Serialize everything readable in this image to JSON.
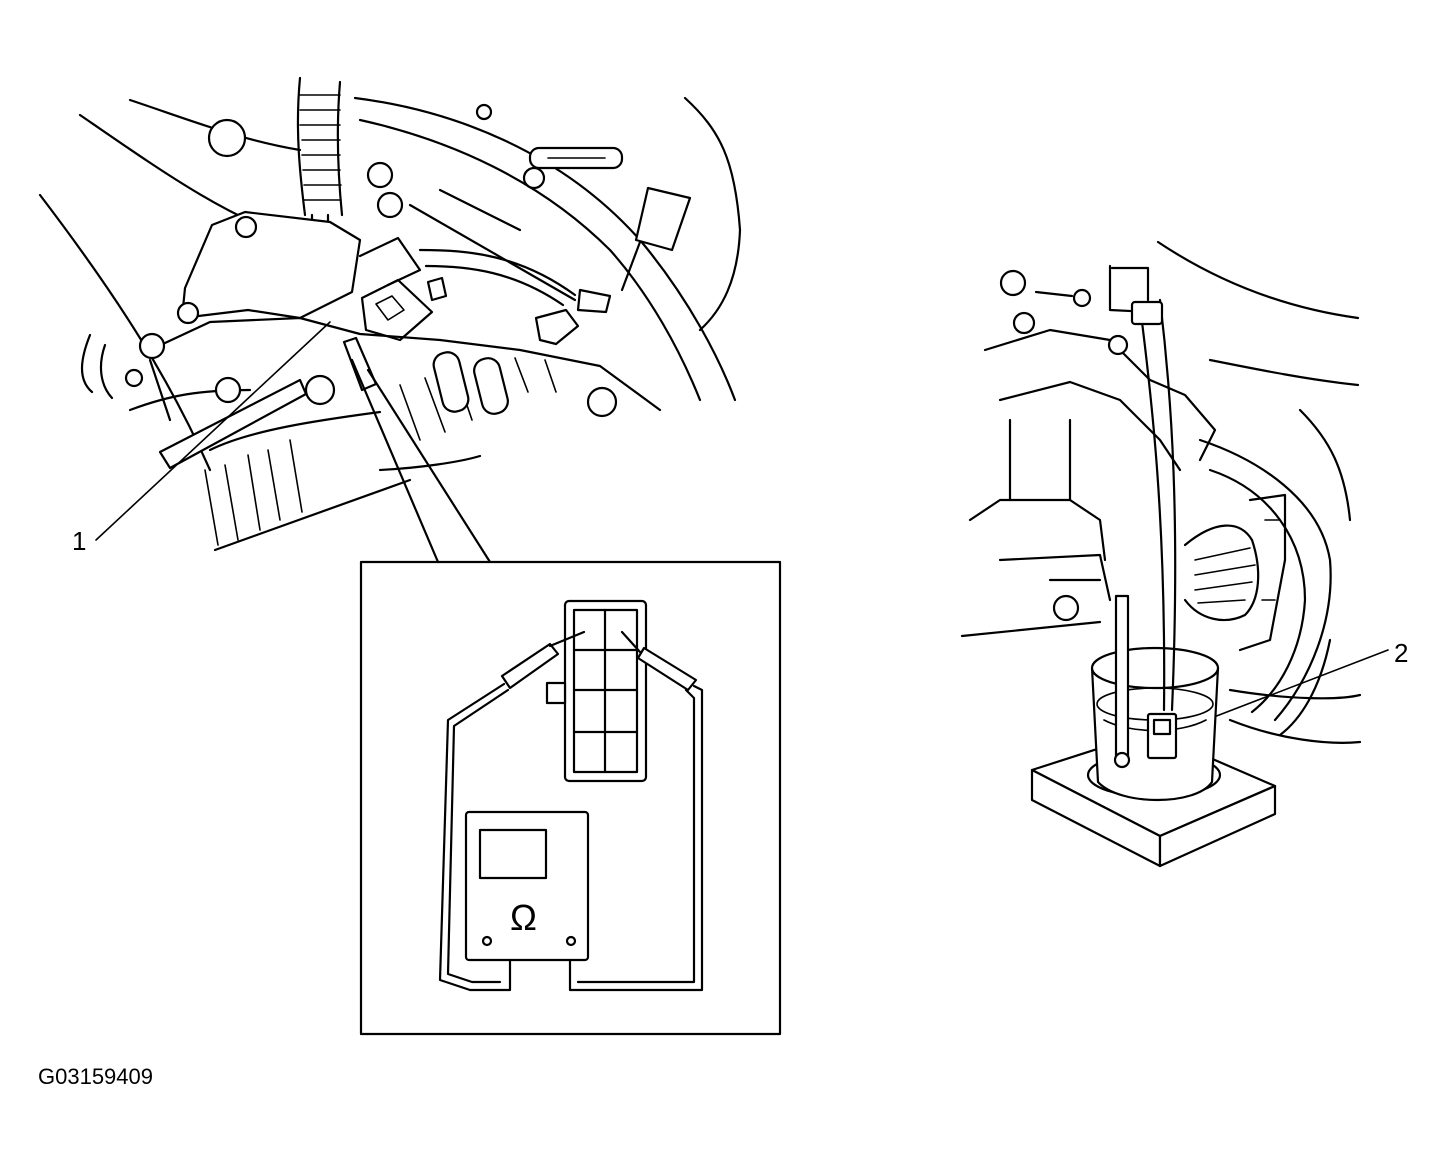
{
  "callouts": {
    "one": "1",
    "two": "2"
  },
  "figure_code": "G03159409",
  "ohmmeter_symbol": "Ω",
  "icons": {
    "ohmmeter": "ohmmeter-icon",
    "connector": "sensor-connector-icon",
    "water_container": "heated-water-container-icon",
    "thermometer": "thermometer-icon"
  },
  "colors": {
    "line": "#000000",
    "background": "#ffffff"
  }
}
